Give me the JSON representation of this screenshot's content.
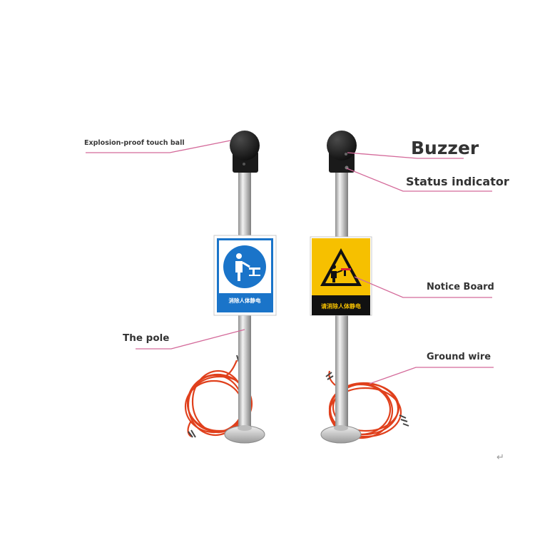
{
  "labels": {
    "touch_ball": "Explosion-proof touch ball",
    "buzzer": "Buzzer",
    "status": "Status indicator",
    "notice": "Notice Board",
    "pole": "The pole",
    "ground": "Ground wire"
  },
  "signs": {
    "blue_text": "消除人体静电",
    "yellow_text": "请消除人体静电"
  },
  "symbols": {
    "return_mark": "↵"
  },
  "colors": {
    "leader_line": "#d46a9a",
    "ball": "#1c1c1c",
    "pole": "#c8c8c8",
    "sign_blue": "#1a74c9",
    "sign_yellow": "#f6c000",
    "sign_black": "#111111",
    "wire": "#e0401c"
  }
}
